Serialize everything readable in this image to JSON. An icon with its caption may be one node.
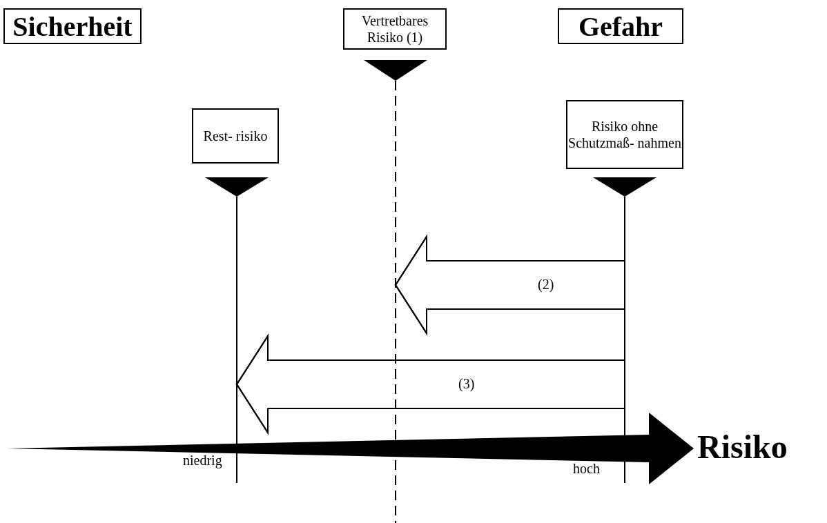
{
  "diagram": {
    "nodes": [
      {
        "text": [
          "Sicherheit"
        ]
      },
      {
        "text": [
          "Vertretbares Risiko (1)"
        ]
      },
      {
        "text": [
          "Gefahr"
        ]
      },
      {
        "text": [
          "Rest- risiko"
        ]
      },
      {
        "text": [
          "Risiko ohne Schutzmaß- nahmen"
        ]
      }
    ],
    "edges": [
      {
        "from": 4,
        "to": 1,
        "arrow": "to",
        "label": "(2)"
      },
      {
        "from": 4,
        "to": 3,
        "arrow": "to",
        "label": "(3)"
      }
    ],
    "labels": [
      "Risiko",
      "niedrig",
      "hoch"
    ]
  }
}
